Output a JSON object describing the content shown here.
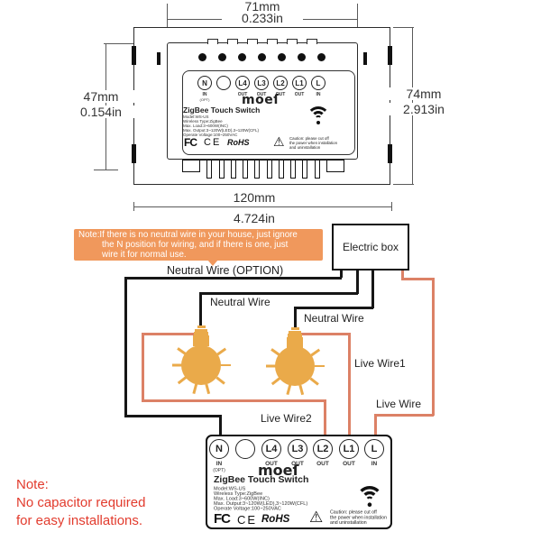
{
  "dimensions": {
    "top_mm": "71mm",
    "top_in": "0.233in",
    "left_mm": "47mm",
    "left_in": "0.154in",
    "right_mm": "74mm",
    "right_in": "2.913in",
    "bottom_mm": "120mm",
    "bottom_in": "4.724in"
  },
  "device": {
    "brand_logo": "moeſ",
    "name": "ZigBee Touch Switch",
    "terminals": [
      {
        "label": "N",
        "sub": "IN",
        "sub2": "(OPT)"
      },
      {
        "label": "",
        "sub": "",
        "sub2": ""
      },
      {
        "label": "L4",
        "sub": "OUT",
        "sub2": ""
      },
      {
        "label": "L3",
        "sub": "OUT",
        "sub2": ""
      },
      {
        "label": "L2",
        "sub": "OUT",
        "sub2": ""
      },
      {
        "label": "L1",
        "sub": "OUT",
        "sub2": ""
      },
      {
        "label": "L",
        "sub": "IN",
        "sub2": ""
      }
    ],
    "specs": [
      "Model:WS-US",
      "Wireless Type:ZigBee",
      "Max. Load:3~600W(INC)",
      "Max. Output:3~120W(LED),3~120W(CFL)",
      "Operate Voltage:100~250VAC"
    ],
    "certs": {
      "fcc": "FC",
      "ce": "CE",
      "rohs": "RoHS"
    },
    "caution": [
      "Caution: please cut off",
      "the power when installation",
      "and uninstallation"
    ]
  },
  "wiring": {
    "note_box": [
      "Note:If there is no neutral wire in your house, just ignore",
      "the N position for wiring, and if there is one, just",
      "wire it for normal use."
    ],
    "electric_box": "Electric box",
    "labels": {
      "neutral_option": "Neutral Wire (OPTION)",
      "neutral1": "Neutral Wire",
      "neutral2": "Neutral Wire",
      "live1": "Live Wire1",
      "live": "Live Wire",
      "live2": "Live Wire2"
    }
  },
  "bottom_note": [
    "Note:",
    "No capacitor required",
    "for easy installations."
  ],
  "colors": {
    "note_box_bg": "#f0985c",
    "live_wire": "#dc8166",
    "neutral_wire": "#161616",
    "bulb": "#eaaa4a",
    "note_text": "#e23b2d"
  }
}
